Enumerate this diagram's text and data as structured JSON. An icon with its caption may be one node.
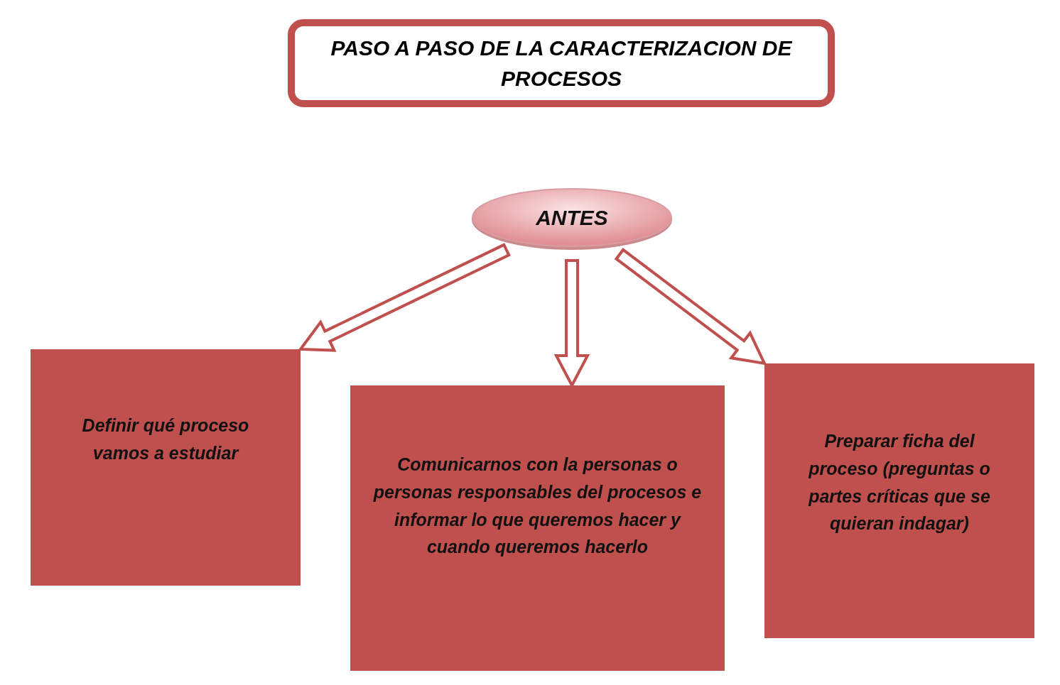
{
  "diagram": {
    "title": "PASO A PASO DE LA CARACTERIZACION DE PROCESOS",
    "nodes": [
      {
        "text": [
          "ANTES"
        ]
      },
      {
        "text": [
          "Definir qué proceso vamos a estudiar"
        ]
      },
      {
        "text": [
          "Comunicarnos con la personas o personas responsables del procesos e informar lo que queremos hacer y cuando queremos hacerlo"
        ]
      },
      {
        "text": [
          "Preparar ficha del proceso (preguntas o partes críticas que se quieran indagar)"
        ]
      }
    ],
    "edges": [
      {
        "from": 0,
        "to": 1,
        "arrow": "to",
        "style": "thick"
      },
      {
        "from": 0,
        "to": 2,
        "arrow": "to",
        "style": "thick"
      },
      {
        "from": 0,
        "to": 3,
        "arrow": "to",
        "style": "thick"
      }
    ]
  }
}
